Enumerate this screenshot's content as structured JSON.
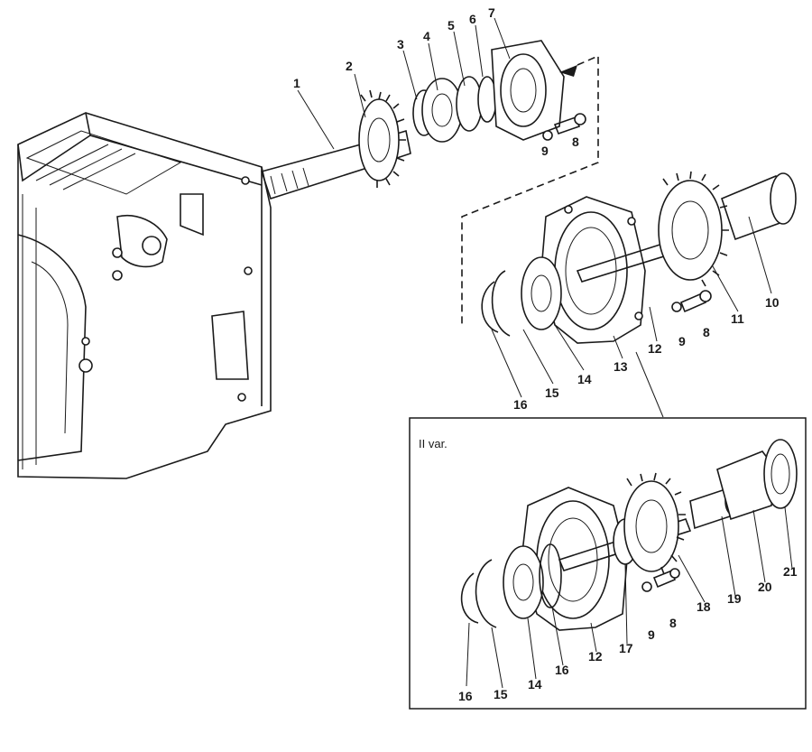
{
  "callouts_main": [
    "1",
    "2",
    "3",
    "4",
    "5",
    "6",
    "7",
    "8",
    "9",
    "8",
    "9",
    "10",
    "11",
    "12",
    "13",
    "14",
    "15",
    "16"
  ],
  "inset": {
    "title": "II var.",
    "callouts": [
      "16",
      "15",
      "14",
      "16",
      "12",
      "17",
      "9",
      "8",
      "18",
      "19",
      "20",
      "21"
    ]
  }
}
